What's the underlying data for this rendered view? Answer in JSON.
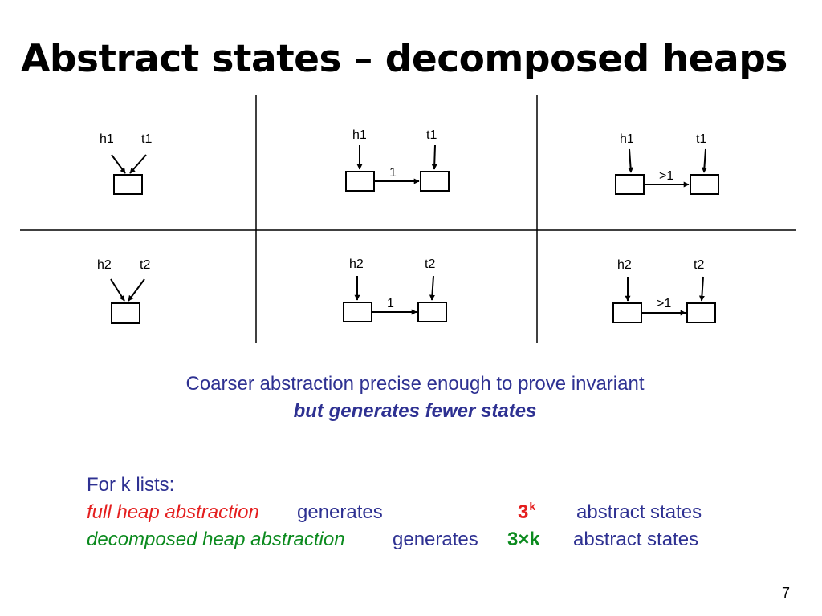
{
  "title": "Abstract states – decomposed heaps",
  "colors": {
    "navy": "#2E3192",
    "red": "#E41E1E",
    "green": "#0B8A1E",
    "text": "#000000"
  },
  "grid": {
    "cells": [
      {
        "row": 1,
        "kind": "shared",
        "head": "h1",
        "tail": "t1"
      },
      {
        "row": 1,
        "kind": "single-link",
        "head": "h1",
        "tail": "t1",
        "edge_label": "1"
      },
      {
        "row": 1,
        "kind": "multi-link",
        "head": "h1",
        "tail": "t1",
        "edge_label": ">1"
      },
      {
        "row": 2,
        "kind": "shared",
        "head": "h2",
        "tail": "t2"
      },
      {
        "row": 2,
        "kind": "single-link",
        "head": "h2",
        "tail": "t2",
        "edge_label": "1"
      },
      {
        "row": 2,
        "kind": "multi-link",
        "head": "h2",
        "tail": "t2",
        "edge_label": ">1"
      }
    ]
  },
  "note": {
    "line1": "Coarser abstraction precise enough to prove invariant",
    "line2": "but generates fewer states"
  },
  "comparison": {
    "heading": "For k lists:",
    "full": {
      "name": "full heap abstraction",
      "verb": "generates",
      "count_base": "3",
      "count_exp": "k",
      "suffix": "abstract states"
    },
    "decomposed": {
      "name": "decomposed heap abstraction",
      "verb": "generates",
      "count": "3×k",
      "suffix": "abstract states"
    }
  },
  "page_number": "7"
}
